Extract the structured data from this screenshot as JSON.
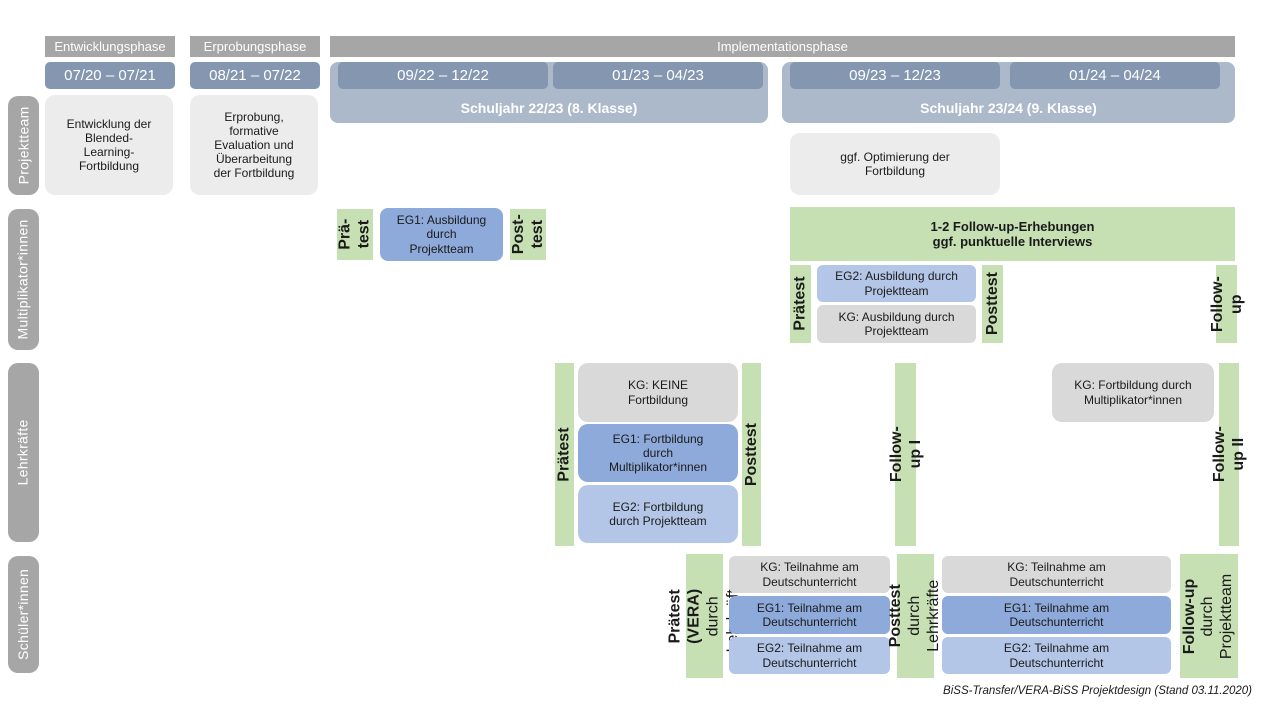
{
  "caption": "BiSS-Transfer/VERA-BiSS Projektdesign (Stand 03.11.2020)",
  "colors": {
    "phase_header": "#a6a6a6",
    "row_label": "#a6a6a6",
    "date_bar": "#8496b0",
    "year_band": "#acb9ca",
    "gray_light": "#ececec",
    "gray_kg": "#d9d9d9",
    "blue_eg1": "#8eaadb",
    "blue_eg2": "#b4c6e7",
    "green": "#c6e0b4"
  },
  "phase_headers": {
    "entwicklung": "Entwicklungsphase",
    "erprobung": "Erprobungsphase",
    "implementation": "Implementationsphase"
  },
  "timeline": {
    "d1": "07/20 – 07/21",
    "d2": "08/21 – 07/22",
    "d3": "09/22 – 12/22",
    "d4": "01/23 – 04/23",
    "d5": "09/23 – 12/23",
    "d6": "01/24 – 04/24",
    "year1": "Schuljahr 22/23 (8. Klasse)",
    "year2": "Schuljahr 23/24 (9. Klasse)"
  },
  "rows": {
    "projektteam": {
      "label": "Projektteam",
      "entwicklung_box": "Entwicklung der\nBlended-\nLearning-\nFortbildung",
      "erprobung_box": "Erprobung,\nformative\nEvaluation und\nÜberarbeitung\nder Fortbildung",
      "optimierung_box": "ggf. Optimierung der\nFortbildung"
    },
    "multiplikatoren": {
      "label": "Multiplikator*innen",
      "praetest_small": "Prä-\ntest",
      "eg1_box": "EG1: Ausbildung\ndurch\nProjektteam",
      "posttest_small": "Post-\ntest",
      "followup_box": "1-2 Follow-up-Erhebungen\nggf. punktuelle Interviews",
      "praetest": "Prätest",
      "eg2_box": "EG2: Ausbildung durch\nProjektteam",
      "kg_box": "KG: Ausbildung durch\nProjektteam",
      "posttest": "Posttest",
      "followup": "Follow-up"
    },
    "lehrkraefte": {
      "label": "Lehrkräfte",
      "praetest": "Prätest",
      "kg_box": "KG: KEINE\nFortbildung",
      "eg1_box": "EG1: Fortbildung\ndurch\nMultiplikator*innen",
      "eg2_box": "EG2: Fortbildung\ndurch Projektteam",
      "posttest": "Posttest",
      "followup1": "Follow-up I",
      "kg2_box": "KG: Fortbildung durch\nMultiplikator*innen",
      "followup2": "Follow-up II"
    },
    "schueler": {
      "label": "Schüler*innen",
      "praetest_main": "Prätest (VERA)",
      "praetest_sub": "durch Lehrkräfte",
      "kg_box": "KG: Teilnahme am\nDeutschunterricht",
      "eg1_box": "EG1: Teilnahme am\nDeutschunterricht",
      "eg2_box": "EG2: Teilnahme am\nDeutschunterricht",
      "posttest_main": "Posttest",
      "posttest_sub": "durch Lehrkräfte",
      "kg2_box": "KG: Teilnahme am\nDeutschunterricht",
      "eg1b_box": "EG1: Teilnahme am\nDeutschunterricht",
      "eg2b_box": "EG2: Teilnahme am\nDeutschunterricht",
      "followup_main": "Follow-up",
      "followup_sub": "durch\nProjektteam"
    }
  }
}
